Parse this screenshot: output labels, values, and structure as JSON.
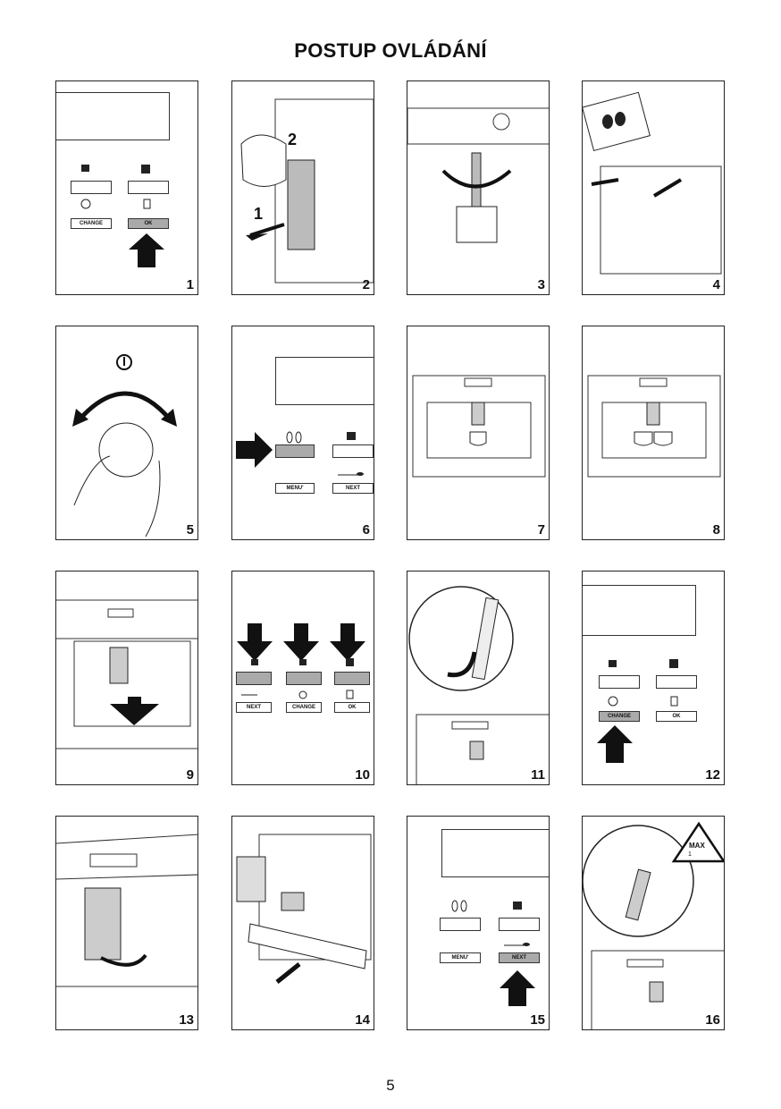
{
  "title": "POSTUP OVLÁDÁNÍ",
  "page_number": "5",
  "panels": [
    {
      "number": "1",
      "buttons": [
        "CHANGE",
        "OK"
      ]
    },
    {
      "number": "2",
      "step_labels": [
        "1",
        "2"
      ]
    },
    {
      "number": "3"
    },
    {
      "number": "4"
    },
    {
      "number": "5"
    },
    {
      "number": "6",
      "buttons": [
        "MENU'",
        "NEXT"
      ]
    },
    {
      "number": "7"
    },
    {
      "number": "8"
    },
    {
      "number": "9"
    },
    {
      "number": "10",
      "buttons": [
        "NEXT",
        "CHANGE",
        "OK"
      ]
    },
    {
      "number": "11"
    },
    {
      "number": "12",
      "buttons": [
        "CHANGE",
        "OK"
      ]
    },
    {
      "number": "13"
    },
    {
      "number": "14"
    },
    {
      "number": "15",
      "buttons": [
        "MENU'",
        "NEXT"
      ]
    },
    {
      "number": "16",
      "warning_label": "MAX",
      "warning_sub": "1"
    }
  ]
}
